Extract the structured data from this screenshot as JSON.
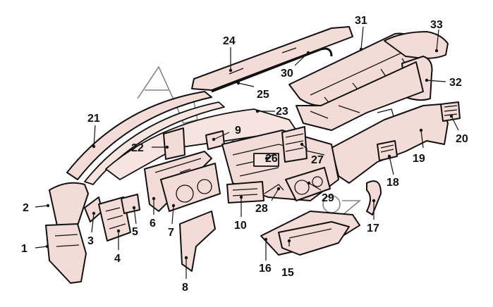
{
  "diagram": {
    "callouts": [
      {
        "id": "1",
        "label": "1"
      },
      {
        "id": "2",
        "label": "2"
      },
      {
        "id": "3",
        "label": "3"
      },
      {
        "id": "4",
        "label": "4"
      },
      {
        "id": "5",
        "label": "5"
      },
      {
        "id": "6",
        "label": "6"
      },
      {
        "id": "7",
        "label": "7"
      },
      {
        "id": "8",
        "label": "8"
      },
      {
        "id": "9",
        "label": "9"
      },
      {
        "id": "10",
        "label": "10"
      },
      {
        "id": "15",
        "label": "15"
      },
      {
        "id": "16",
        "label": "16"
      },
      {
        "id": "17",
        "label": "17"
      },
      {
        "id": "18",
        "label": "18"
      },
      {
        "id": "19",
        "label": "19"
      },
      {
        "id": "20",
        "label": "20"
      },
      {
        "id": "21",
        "label": "21"
      },
      {
        "id": "22",
        "label": "22"
      },
      {
        "id": "23",
        "label": "23"
      },
      {
        "id": "24",
        "label": "24"
      },
      {
        "id": "25",
        "label": "25"
      },
      {
        "id": "26",
        "label": "26"
      },
      {
        "id": "27",
        "label": "27"
      },
      {
        "id": "28",
        "label": "28"
      },
      {
        "id": "29",
        "label": "29"
      },
      {
        "id": "30",
        "label": "30"
      },
      {
        "id": "31",
        "label": "31"
      },
      {
        "id": "32",
        "label": "32"
      },
      {
        "id": "33",
        "label": "33"
      }
    ],
    "part_fill_color": "#f3dcd7",
    "line_color": "#111111"
  }
}
